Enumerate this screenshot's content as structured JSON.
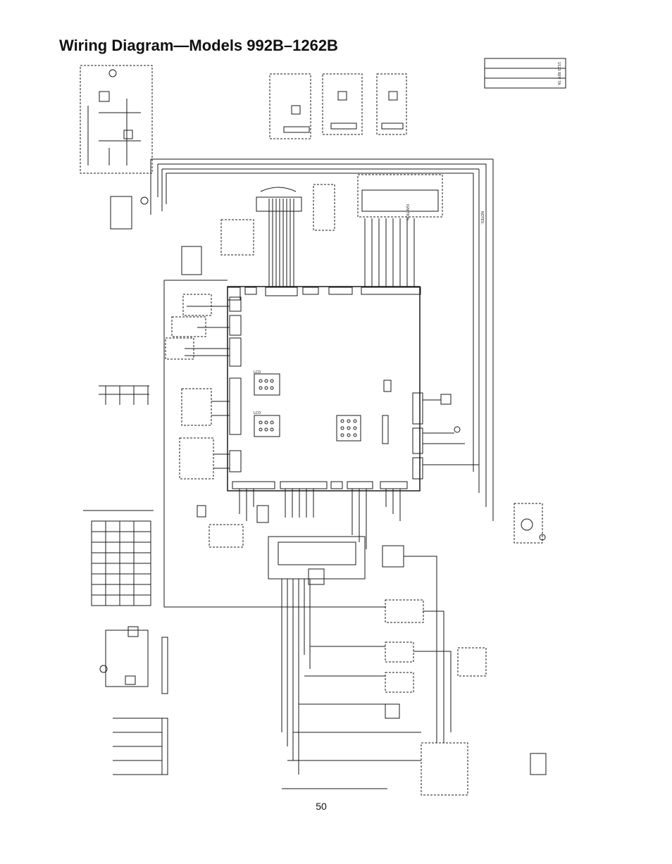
{
  "page": {
    "title": "Wiring Diagram—Models 992B–1262B",
    "page_number": "50"
  },
  "diagram": {
    "board_labels": {
      "lcd": "LCD",
      "ignition": "IGNITION",
      "notes": "NOTES:"
    },
    "revision_block": "1523 REV 7A",
    "colors": {
      "ink": "#1a1a1a",
      "paper": "#ffffff"
    }
  }
}
